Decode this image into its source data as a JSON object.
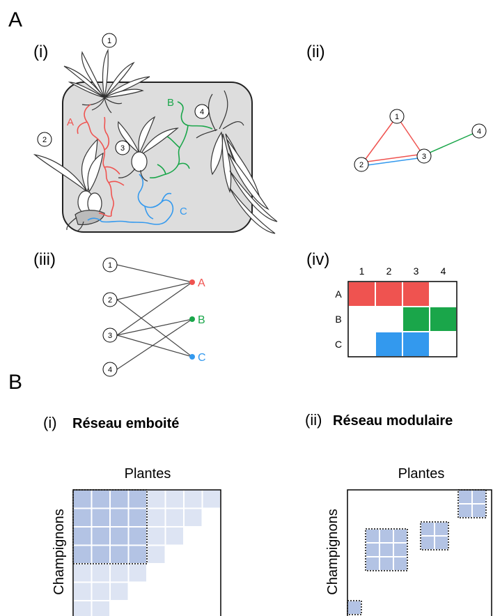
{
  "panel_a": {
    "label": "A",
    "sub_i": "(i)",
    "sub_ii": "(ii)",
    "sub_iii": "(iii)",
    "sub_iv": "(iv)",
    "plant_numbers": [
      "1",
      "2",
      "3",
      "4"
    ],
    "fungi": [
      {
        "name": "A",
        "color": "#ef5350"
      },
      {
        "name": "B",
        "color": "#1aa64a"
      },
      {
        "name": "C",
        "color": "#3399ee"
      }
    ],
    "matrix": {
      "cols": [
        "1",
        "2",
        "3",
        "4"
      ],
      "rows": [
        "A",
        "B",
        "C"
      ],
      "cells": [
        [
          1,
          1,
          1,
          0
        ],
        [
          0,
          0,
          1,
          1
        ],
        [
          0,
          1,
          1,
          0
        ]
      ]
    },
    "network_edges": [
      {
        "plant": "1",
        "fungus": "A"
      },
      {
        "plant": "2",
        "fungus": "A"
      },
      {
        "plant": "2",
        "fungus": "C"
      },
      {
        "plant": "3",
        "fungus": "A"
      },
      {
        "plant": "3",
        "fungus": "B"
      },
      {
        "plant": "3",
        "fungus": "C"
      },
      {
        "plant": "4",
        "fungus": "B"
      }
    ]
  },
  "panel_b": {
    "label": "B",
    "sub_i": "(i)",
    "title_i": "Réseau emboité",
    "sub_ii": "(ii)",
    "title_ii": "Réseau modulaire",
    "x_label": "Plantes",
    "y_label": "Champignons",
    "colors": {
      "strong": "#b3c3e4",
      "light": "#dde4f3",
      "line": "#000000"
    }
  }
}
